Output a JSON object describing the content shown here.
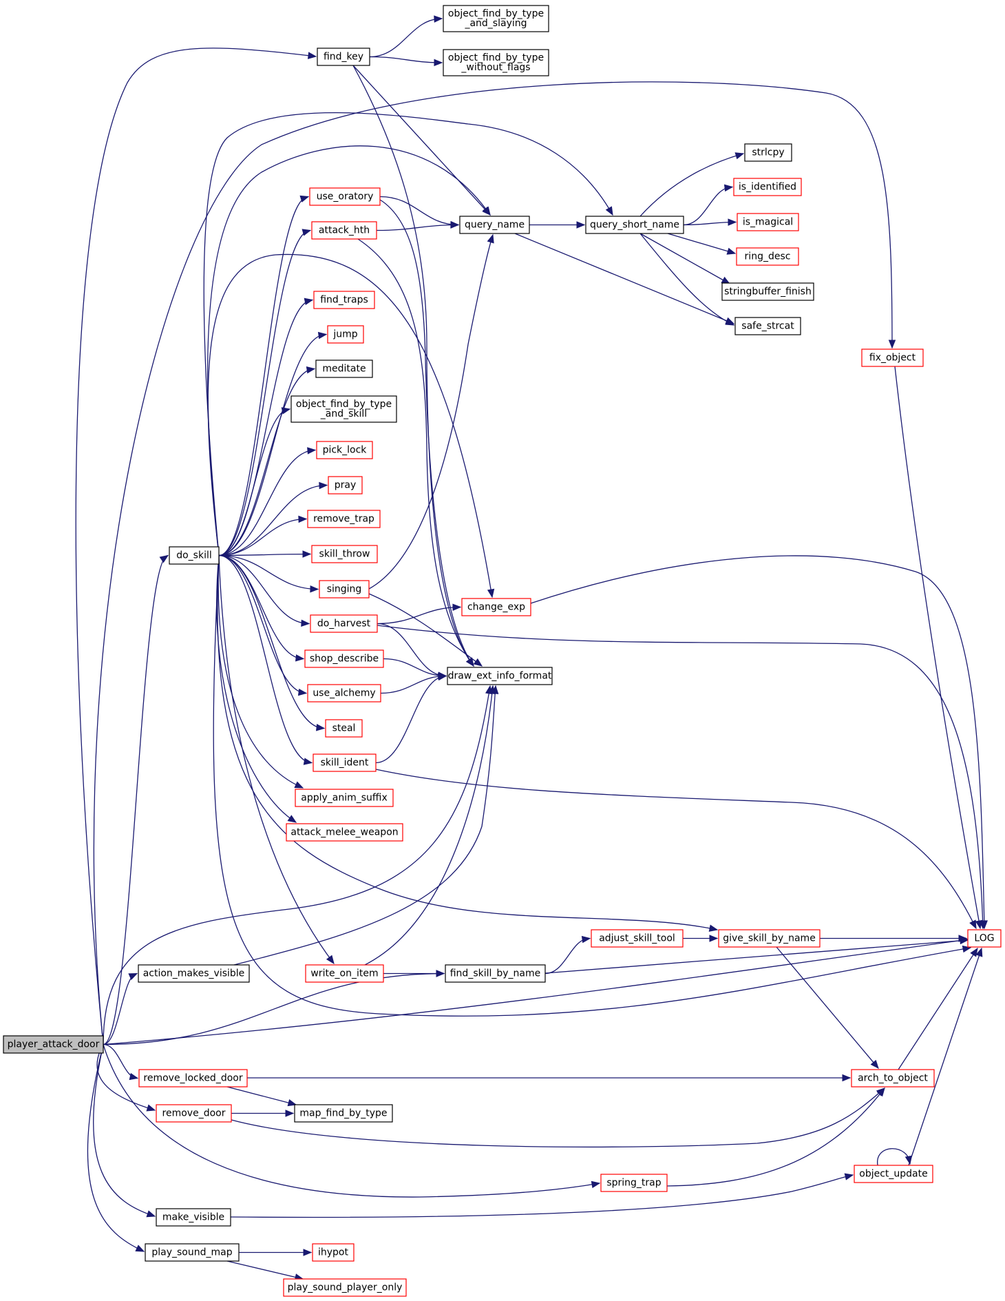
{
  "diagram": {
    "edge_color": "#191970",
    "link_color": "#ff0000",
    "root_fill": "#bfbfbf",
    "nodes": [
      {
        "id": "player_attack_door",
        "lines": [
          "player_attack_door"
        ],
        "style": "root"
      },
      {
        "id": "find_key",
        "lines": [
          "find_key"
        ],
        "style": "plain"
      },
      {
        "id": "object_find_by_type_and_slaying",
        "lines": [
          "object_find_by_type",
          "_and_slaying"
        ],
        "style": "plain"
      },
      {
        "id": "object_find_by_type_without_flags",
        "lines": [
          "object_find_by_type",
          "_without_flags"
        ],
        "style": "plain"
      },
      {
        "id": "strlcpy",
        "lines": [
          "strlcpy"
        ],
        "style": "plain"
      },
      {
        "id": "is_identified",
        "lines": [
          "is_identified"
        ],
        "style": "red"
      },
      {
        "id": "use_oratory",
        "lines": [
          "use_oratory"
        ],
        "style": "red"
      },
      {
        "id": "is_magical",
        "lines": [
          "is_magical"
        ],
        "style": "red"
      },
      {
        "id": "attack_hth",
        "lines": [
          "attack_hth"
        ],
        "style": "red"
      },
      {
        "id": "query_name",
        "lines": [
          "query_name"
        ],
        "style": "plain"
      },
      {
        "id": "query_short_name",
        "lines": [
          "query_short_name"
        ],
        "style": "plain"
      },
      {
        "id": "ring_desc",
        "lines": [
          "ring_desc"
        ],
        "style": "red"
      },
      {
        "id": "stringbuffer_finish",
        "lines": [
          "stringbuffer_finish"
        ],
        "style": "plain"
      },
      {
        "id": "find_traps",
        "lines": [
          "find_traps"
        ],
        "style": "red"
      },
      {
        "id": "safe_strcat",
        "lines": [
          "safe_strcat"
        ],
        "style": "plain"
      },
      {
        "id": "jump",
        "lines": [
          "jump"
        ],
        "style": "red"
      },
      {
        "id": "fix_object",
        "lines": [
          "fix_object"
        ],
        "style": "red"
      },
      {
        "id": "meditate",
        "lines": [
          "meditate"
        ],
        "style": "plain"
      },
      {
        "id": "object_find_by_type_and_skill",
        "lines": [
          "object_find_by_type",
          "_and_skill"
        ],
        "style": "plain"
      },
      {
        "id": "pick_lock",
        "lines": [
          "pick_lock"
        ],
        "style": "red"
      },
      {
        "id": "pray",
        "lines": [
          "pray"
        ],
        "style": "red"
      },
      {
        "id": "remove_trap",
        "lines": [
          "remove_trap"
        ],
        "style": "red"
      },
      {
        "id": "do_skill",
        "lines": [
          "do_skill"
        ],
        "style": "plain"
      },
      {
        "id": "skill_throw",
        "lines": [
          "skill_throw"
        ],
        "style": "red"
      },
      {
        "id": "singing",
        "lines": [
          "singing"
        ],
        "style": "red"
      },
      {
        "id": "change_exp",
        "lines": [
          "change_exp"
        ],
        "style": "red"
      },
      {
        "id": "do_harvest",
        "lines": [
          "do_harvest"
        ],
        "style": "red"
      },
      {
        "id": "shop_describe",
        "lines": [
          "shop_describe"
        ],
        "style": "red"
      },
      {
        "id": "draw_ext_info_format",
        "lines": [
          "draw_ext_info_format"
        ],
        "style": "plain"
      },
      {
        "id": "use_alchemy",
        "lines": [
          "use_alchemy"
        ],
        "style": "red"
      },
      {
        "id": "steal",
        "lines": [
          "steal"
        ],
        "style": "red"
      },
      {
        "id": "skill_ident",
        "lines": [
          "skill_ident"
        ],
        "style": "red"
      },
      {
        "id": "apply_anim_suffix",
        "lines": [
          "apply_anim_suffix"
        ],
        "style": "red"
      },
      {
        "id": "attack_melee_weapon",
        "lines": [
          "attack_melee_weapon"
        ],
        "style": "red"
      },
      {
        "id": "adjust_skill_tool",
        "lines": [
          "adjust_skill_tool"
        ],
        "style": "red"
      },
      {
        "id": "give_skill_by_name",
        "lines": [
          "give_skill_by_name"
        ],
        "style": "red"
      },
      {
        "id": "LOG",
        "lines": [
          "LOG"
        ],
        "style": "red"
      },
      {
        "id": "action_makes_visible",
        "lines": [
          "action_makes_visible"
        ],
        "style": "plain"
      },
      {
        "id": "write_on_item",
        "lines": [
          "write_on_item"
        ],
        "style": "red"
      },
      {
        "id": "find_skill_by_name",
        "lines": [
          "find_skill_by_name"
        ],
        "style": "plain"
      },
      {
        "id": "remove_locked_door",
        "lines": [
          "remove_locked_door"
        ],
        "style": "red"
      },
      {
        "id": "arch_to_object",
        "lines": [
          "arch_to_object"
        ],
        "style": "red"
      },
      {
        "id": "remove_door",
        "lines": [
          "remove_door"
        ],
        "style": "red"
      },
      {
        "id": "map_find_by_type",
        "lines": [
          "map_find_by_type"
        ],
        "style": "plain"
      },
      {
        "id": "spring_trap",
        "lines": [
          "spring_trap"
        ],
        "style": "red"
      },
      {
        "id": "object_update",
        "lines": [
          "object_update"
        ],
        "style": "red"
      },
      {
        "id": "make_visible",
        "lines": [
          "make_visible"
        ],
        "style": "plain"
      },
      {
        "id": "play_sound_map",
        "lines": [
          "play_sound_map"
        ],
        "style": "plain"
      },
      {
        "id": "ihypot",
        "lines": [
          "ihypot"
        ],
        "style": "red"
      },
      {
        "id": "play_sound_player_only",
        "lines": [
          "play_sound_player_only"
        ],
        "style": "red"
      }
    ],
    "edges": [
      [
        "player_attack_door",
        "find_key"
      ],
      [
        "player_attack_door",
        "do_skill"
      ],
      [
        "player_attack_door",
        "draw_ext_info_format"
      ],
      [
        "player_attack_door",
        "action_makes_visible"
      ],
      [
        "player_attack_door",
        "find_skill_by_name"
      ],
      [
        "player_attack_door",
        "LOG"
      ],
      [
        "player_attack_door",
        "fix_object"
      ],
      [
        "player_attack_door",
        "remove_locked_door"
      ],
      [
        "player_attack_door",
        "remove_door"
      ],
      [
        "player_attack_door",
        "spring_trap"
      ],
      [
        "player_attack_door",
        "make_visible"
      ],
      [
        "player_attack_door",
        "play_sound_map"
      ],
      [
        "find_key",
        "object_find_by_type_and_slaying"
      ],
      [
        "find_key",
        "object_find_by_type_without_flags"
      ],
      [
        "find_key",
        "query_name"
      ],
      [
        "find_key",
        "draw_ext_info_format"
      ],
      [
        "do_skill",
        "query_name"
      ],
      [
        "do_skill",
        "query_short_name"
      ],
      [
        "do_skill",
        "use_oratory"
      ],
      [
        "do_skill",
        "attack_hth"
      ],
      [
        "do_skill",
        "change_exp"
      ],
      [
        "do_skill",
        "find_traps"
      ],
      [
        "do_skill",
        "jump"
      ],
      [
        "do_skill",
        "meditate"
      ],
      [
        "do_skill",
        "object_find_by_type_and_skill"
      ],
      [
        "do_skill",
        "pick_lock"
      ],
      [
        "do_skill",
        "pray"
      ],
      [
        "do_skill",
        "remove_trap"
      ],
      [
        "do_skill",
        "skill_throw"
      ],
      [
        "do_skill",
        "singing"
      ],
      [
        "do_skill",
        "do_harvest"
      ],
      [
        "do_skill",
        "shop_describe"
      ],
      [
        "do_skill",
        "use_alchemy"
      ],
      [
        "do_skill",
        "steal"
      ],
      [
        "do_skill",
        "skill_ident"
      ],
      [
        "do_skill",
        "apply_anim_suffix"
      ],
      [
        "do_skill",
        "attack_melee_weapon"
      ],
      [
        "do_skill",
        "write_on_item"
      ],
      [
        "do_skill",
        "give_skill_by_name"
      ],
      [
        "do_skill",
        "LOG"
      ],
      [
        "use_oratory",
        "query_name"
      ],
      [
        "use_oratory",
        "draw_ext_info_format"
      ],
      [
        "attack_hth",
        "query_name"
      ],
      [
        "attack_hth",
        "draw_ext_info_format"
      ],
      [
        "query_name",
        "query_short_name"
      ],
      [
        "query_name",
        "safe_strcat"
      ],
      [
        "query_short_name",
        "strlcpy"
      ],
      [
        "query_short_name",
        "is_identified"
      ],
      [
        "query_short_name",
        "is_magical"
      ],
      [
        "query_short_name",
        "ring_desc"
      ],
      [
        "query_short_name",
        "stringbuffer_finish"
      ],
      [
        "query_short_name",
        "safe_strcat"
      ],
      [
        "singing",
        "query_name"
      ],
      [
        "singing",
        "draw_ext_info_format"
      ],
      [
        "do_harvest",
        "change_exp"
      ],
      [
        "do_harvest",
        "draw_ext_info_format"
      ],
      [
        "do_harvest",
        "LOG"
      ],
      [
        "change_exp",
        "LOG"
      ],
      [
        "shop_describe",
        "draw_ext_info_format"
      ],
      [
        "use_alchemy",
        "draw_ext_info_format"
      ],
      [
        "skill_ident",
        "draw_ext_info_format"
      ],
      [
        "skill_ident",
        "LOG"
      ],
      [
        "fix_object",
        "LOG"
      ],
      [
        "action_makes_visible",
        "draw_ext_info_format"
      ],
      [
        "write_on_item",
        "draw_ext_info_format"
      ],
      [
        "write_on_item",
        "find_skill_by_name"
      ],
      [
        "find_skill_by_name",
        "adjust_skill_tool"
      ],
      [
        "find_skill_by_name",
        "LOG"
      ],
      [
        "adjust_skill_tool",
        "give_skill_by_name"
      ],
      [
        "give_skill_by_name",
        "LOG"
      ],
      [
        "give_skill_by_name",
        "arch_to_object"
      ],
      [
        "remove_locked_door",
        "arch_to_object"
      ],
      [
        "remove_locked_door",
        "map_find_by_type"
      ],
      [
        "remove_door",
        "map_find_by_type"
      ],
      [
        "remove_door",
        "arch_to_object"
      ],
      [
        "spring_trap",
        "arch_to_object"
      ],
      [
        "arch_to_object",
        "LOG"
      ],
      [
        "make_visible",
        "object_update"
      ],
      [
        "object_update",
        "LOG"
      ],
      [
        "object_update",
        "object_update"
      ],
      [
        "play_sound_map",
        "ihypot"
      ],
      [
        "play_sound_map",
        "play_sound_player_only"
      ]
    ]
  }
}
